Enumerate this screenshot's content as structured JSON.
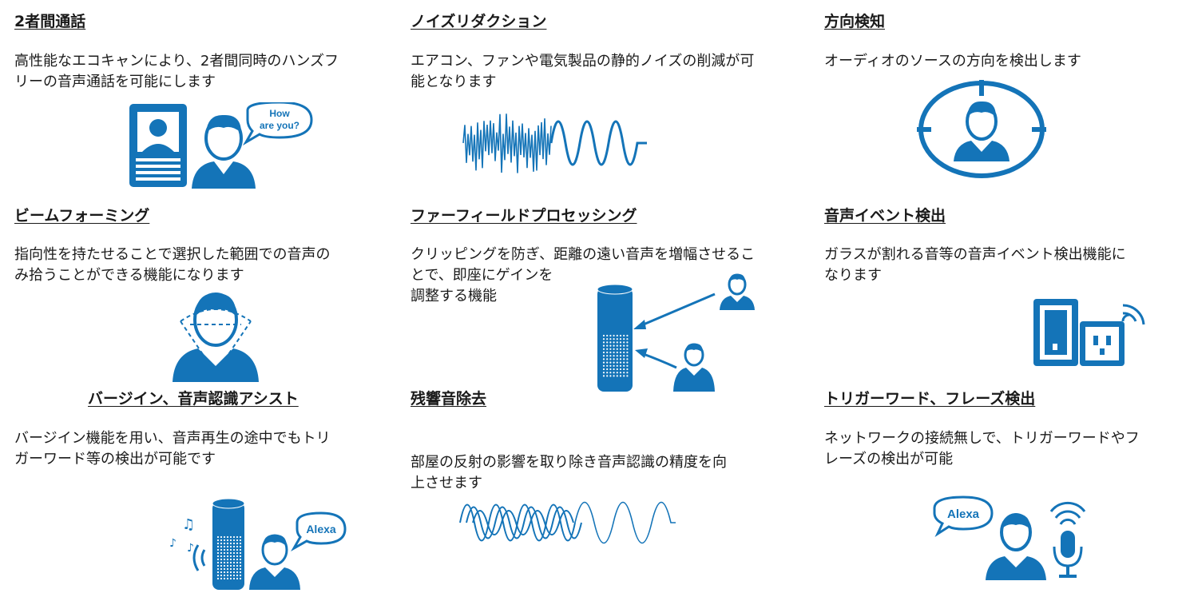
{
  "colors": {
    "accent": "#1474b8",
    "text": "#1a1a1a",
    "background": "#ffffff"
  },
  "features": [
    {
      "title": "2者間通話",
      "description": "高性能なエコキャンにより、2者間同時のハンズフ\nリーの音声通話を可能にします",
      "icon": "video-call-person-speech-icon",
      "bubble": "How\nare you?"
    },
    {
      "title": "ノイズリダクション",
      "description": "エアコン、ファンや電気製品の静的ノイズの削減が可\n能となります",
      "icon": "noise-waveform-icon"
    },
    {
      "title": "方向検知",
      "description": "オーディオのソースの方向を検出します",
      "icon": "direction-target-person-icon"
    },
    {
      "title": "ビームフォーミング",
      "description": "指向性を持たせることで選択した範囲での音声の\nみ拾うことができる機能になります",
      "icon": "beamforming-person-icon"
    },
    {
      "title": "ファーフィールドプロセッシング",
      "description": "クリッピングを防ぎ、距離の遠い音声を増幅させるこ\nとで、即座にゲインを\n調整する機能",
      "icon": "smart-speaker-far-field-icon"
    },
    {
      "title": "音声イベント検出",
      "description": "ガラスが割れる音等の音声イベント検出機能に\nなります",
      "icon": "smart-outlet-wireless-icon"
    },
    {
      "title": "バージイン、音声認識アシスト",
      "description": "バージイン機能を用い、音声再生の途中でもトリ\nガーワード等の検出が可能です",
      "icon": "smart-speaker-alexa-icon",
      "bubble": "Alexa"
    },
    {
      "title": "残響音除去",
      "description": "部屋の反射の影響を取り除き音声認識の精度を向\n上させます",
      "icon": "reverb-waves-icon"
    },
    {
      "title": "トリガーワード、フレーズ検出",
      "description": "ネットワークの接続無しで、トリガーワードやフ\nレーズの検出が可能",
      "icon": "microphone-alexa-icon",
      "bubble": "Alexa"
    }
  ]
}
